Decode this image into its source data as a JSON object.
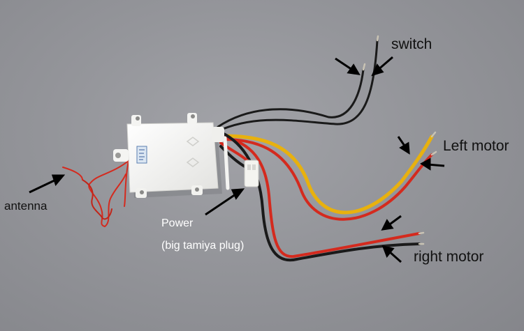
{
  "labels": {
    "switch": "switch",
    "left_motor": "Left motor",
    "right_motor": "right motor",
    "antenna": "antenna",
    "power": "Power",
    "power_note": "(big tamiya plug)"
  },
  "colors": {
    "background": "#94959a",
    "housing": "#f2f2f0",
    "wire_red": "#d42a1e",
    "wire_black": "#1a1a1a",
    "wire_yellow": "#e8b10e",
    "arrow": "#000000"
  }
}
